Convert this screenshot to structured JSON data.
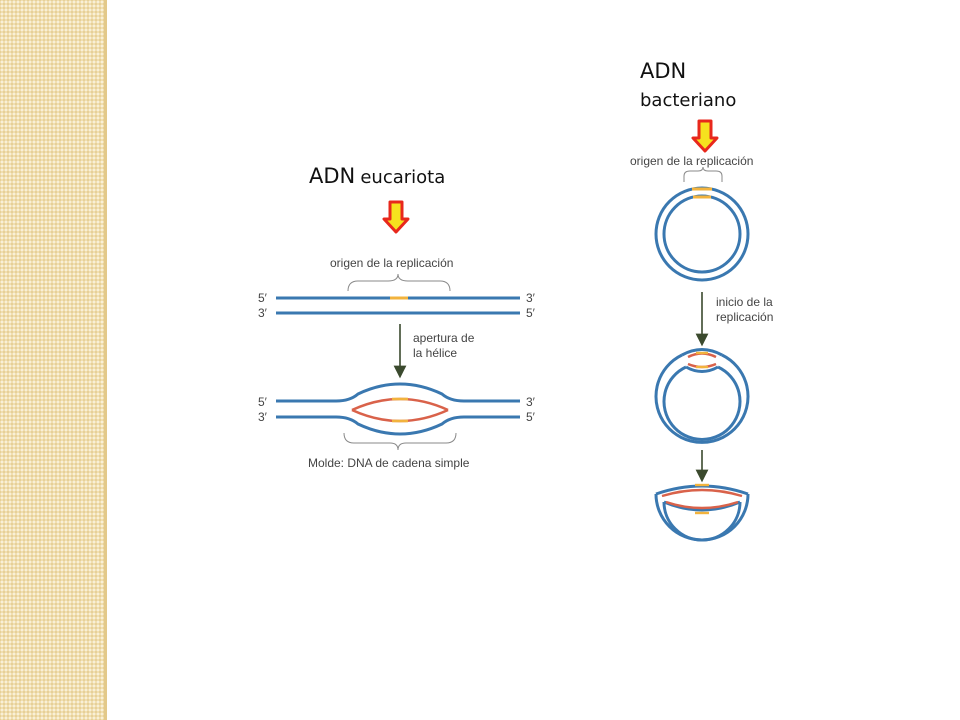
{
  "titles": {
    "eukaryote_main": "ADN",
    "eukaryote_sub": "eucariota",
    "bacteria_main": "ADN",
    "bacteria_sub": "bacteriano"
  },
  "eukaryote_diagram": {
    "origin_label": "origen de la replicación",
    "end_5": "5′",
    "end_3": "3′",
    "step_label_1": "apertura de",
    "step_label_2": "la hélice",
    "template_label": "Molde: DNA de cadena simple"
  },
  "bacteria_diagram": {
    "origin_label": "origen de la replicación",
    "step_label_1": "inicio de la",
    "step_label_2": "replicación"
  },
  "colors": {
    "dna_blue": "#3a78b0",
    "new_strand_red": "#d9624a",
    "origin_orange": "#f2b33d",
    "arrow_red": "#e8281c",
    "arrow_yellow": "#f6e21e",
    "process_arrow": "#3b4a2e"
  }
}
